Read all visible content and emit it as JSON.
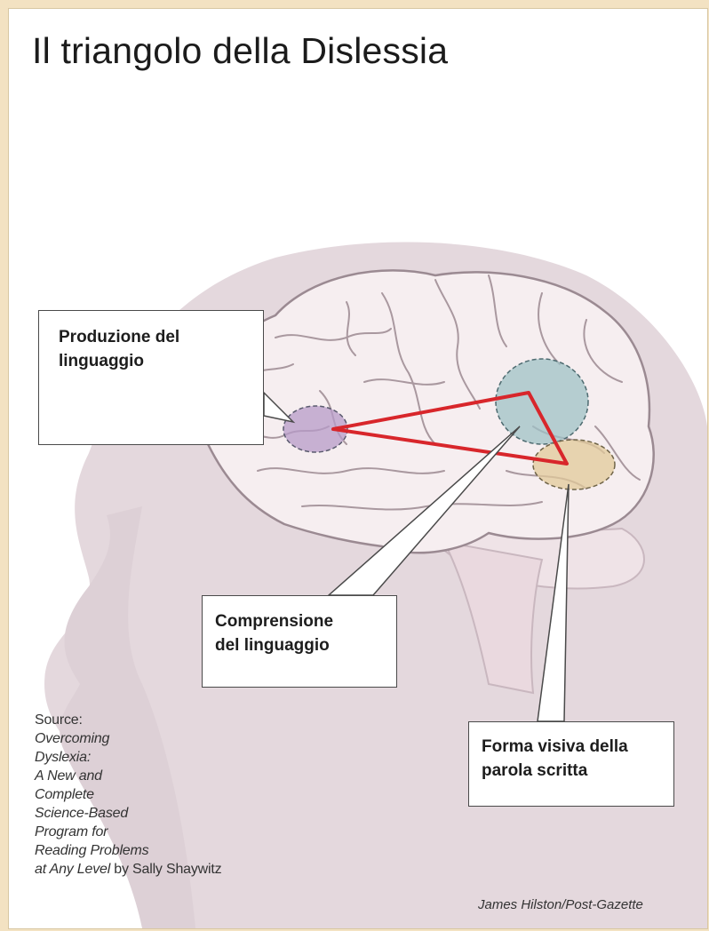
{
  "title": "Il triangolo della Dislessia",
  "callouts": {
    "produzione": {
      "line1": "Produzione del",
      "line2": "linguaggio"
    },
    "comprensione": {
      "line1": "Comprensione",
      "line2": "del linguaggio"
    },
    "forma": {
      "line1": "Forma visiva della",
      "line2": "parola scritta"
    }
  },
  "source": {
    "label": "Source:",
    "line1": "Overcoming",
    "line2": "Dyslexia:",
    "line3": "A New and",
    "line4": "Complete",
    "line5": "Science-Based",
    "line6": "Program for",
    "line7": "Reading Problems",
    "line8_italic": "at Any Level",
    "line8_plain": " by Sally Shaywitz"
  },
  "credit": "James Hilston/Post-Gazette",
  "colors": {
    "background": "#f3e2c2",
    "head": "#e4d8dd",
    "brain": "#f6eef0",
    "triangle": "#d8262b",
    "region_produzione": "#b79bc8",
    "region_comprensione": "#9fc2c6",
    "region_forma": "#e2c99a"
  }
}
